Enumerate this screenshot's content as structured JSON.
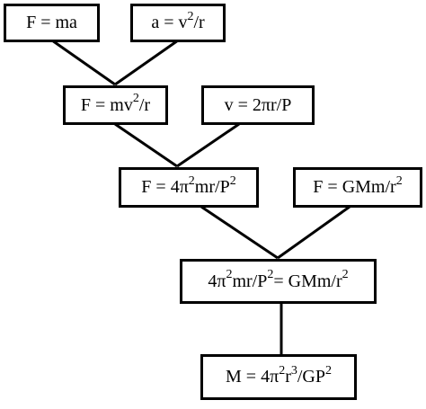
{
  "diagram": {
    "boxes": [
      {
        "id": "f-ma",
        "parts": [
          "F = ma"
        ]
      },
      {
        "id": "a-v2r",
        "parts": [
          "a = v",
          {
            "sup": "2"
          },
          "/r"
        ]
      },
      {
        "id": "f-mv2r",
        "parts": [
          "F = mv",
          {
            "sup": "2"
          },
          "/r"
        ]
      },
      {
        "id": "v-2pir-p",
        "parts": [
          "v = 2πr/P"
        ]
      },
      {
        "id": "f-4pi2mr-p2",
        "parts": [
          "F = 4π",
          {
            "sup": "2"
          },
          "mr/P",
          {
            "sup": "2"
          }
        ]
      },
      {
        "id": "f-gmm-r2",
        "parts": [
          "F = GMm/r",
          {
            "sup": "2"
          }
        ]
      },
      {
        "id": "equation-combined",
        "parts": [
          "4π",
          {
            "sup": "2"
          },
          "mr/P",
          {
            "sup": "2"
          },
          " = GMm/r",
          {
            "sup": "2"
          }
        ]
      },
      {
        "id": "m-result",
        "parts": [
          "M = 4π",
          {
            "sup": "2"
          },
          "r",
          {
            "sup": "3"
          },
          "/GP",
          {
            "sup": "2"
          }
        ]
      }
    ]
  }
}
